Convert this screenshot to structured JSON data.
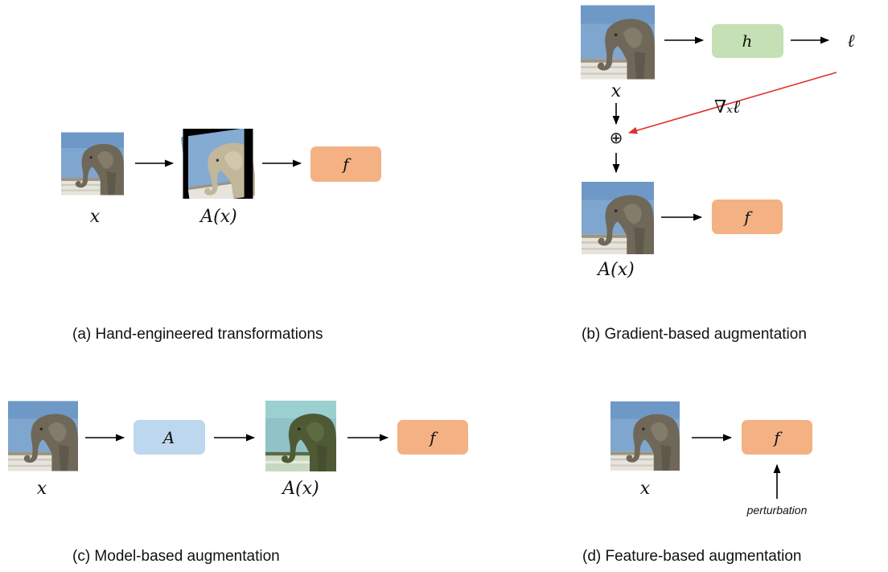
{
  "colors": {
    "f_box": "#f4b183",
    "h_box": "#c5e0b4",
    "a_box": "#bdd7ee",
    "gradient_arrow": "#e03030",
    "sky": "#7fa6cf",
    "ground": "#e6e4dc",
    "elephant": "#6f6858"
  },
  "panel_a": {
    "caption": "(a) Hand-engineered transformations",
    "input_label": "x",
    "augmented_label": "A(x)",
    "model_label": "f"
  },
  "panel_b": {
    "caption": "(b) Gradient-based augmentation",
    "input_label": "x",
    "helper_label": "h",
    "loss_label": "ℓ",
    "gradient_label": "∇ₓℓ",
    "combine_symbol": "⊕",
    "augmented_label": "A(x)",
    "model_label": "f"
  },
  "panel_c": {
    "caption": "(c) Model-based augmentation",
    "input_label": "x",
    "generator_label": "A",
    "augmented_label": "A(x)",
    "model_label": "f"
  },
  "panel_d": {
    "caption": "(d) Feature-based augmentation",
    "input_label": "x",
    "model_label": "f",
    "perturbation_label": "perturbation"
  }
}
